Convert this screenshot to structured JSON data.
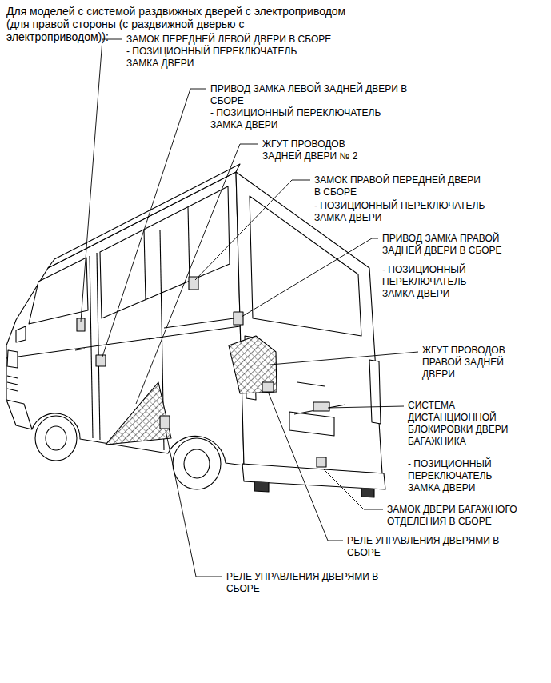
{
  "diagram": {
    "title": "Для моделей с системой раздвижных дверей с электроприводом (для правой стороны (с раздвижной дверью с электроприводом)):",
    "labels": [
      "ЗАМОК ПЕРЕДНЕЙ ЛЕВОЙ ДВЕРИ В СБОРЕ",
      "- ПОЗИЦИОННЫЙ ПЕРЕКЛЮЧАТЕЛЬ ЗАМКА ДВЕРИ",
      "ПРИВОД ЗАМКА ЛЕВОЙ ЗАДНЕЙ ДВЕРИ В СБОРЕ",
      "- ПОЗИЦИОННЫЙ ПЕРЕКЛЮЧАТЕЛЬ ЗАМКА ДВЕРИ",
      "ЖГУТ ПРОВОДОВ ЗАДНЕЙ ДВЕРИ № 2",
      "ЗАМОК ПРАВОЙ ПЕРЕДНЕЙ ДВЕРИ В СБОРЕ",
      "- ПОЗИЦИОННЫЙ ПЕРЕКЛЮЧАТЕЛЬ ЗАМКА ДВЕРИ",
      "ПРИВОД ЗАМКА ПРАВОЙ ЗАДНЕЙ ДВЕРИ В СБОРЕ",
      "- ПОЗИЦИОННЫЙ ПЕРЕКЛЮЧАТЕЛЬ ЗАМКА ДВЕРИ",
      "ЖГУТ ПРОВОДОВ ПРАВОЙ ЗАДНЕЙ ДВЕРИ",
      "СИСТЕМА ДИСТАНЦИОННОЙ БЛОКИРОВКИ ДВЕРИ БАГАЖНИКА",
      "- ПОЗИЦИОННЫЙ ПЕРЕКЛЮЧАТЕЛЬ ЗАМКА ДВЕРИ",
      "ЗАМОК ДВЕРИ БАГАЖНОГО ОТДЕЛЕНИЯ В СБОРЕ",
      "РЕЛЕ УПРАВЛЕНИЯ ДВЕРЯМИ В СБОРЕ",
      "РЕЛЕ УПРАВЛЕНИЯ ДВЕРЯМИ В СБОРЕ"
    ]
  }
}
